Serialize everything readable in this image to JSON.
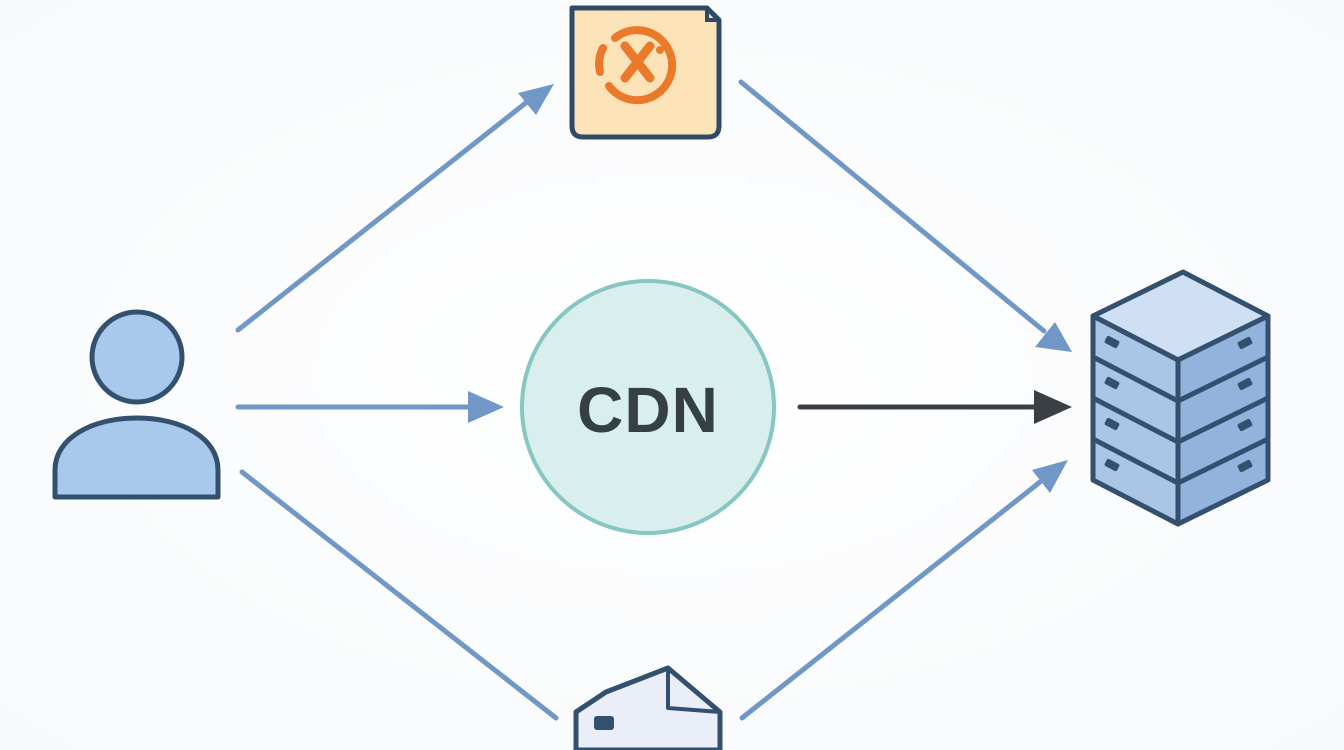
{
  "diagram": {
    "nodes": {
      "cdn": {
        "label": "CDN",
        "icon": "circle-node",
        "fill_color": "#d9efed",
        "stroke_color": "#86c6c3",
        "text_color": "#344046"
      },
      "user": {
        "icon": "user-icon",
        "fill_color": "#a8c8ec",
        "stroke_color": "#33506f"
      },
      "server": {
        "icon": "server-rack-icon",
        "fill_color": "#aac5e6",
        "stroke_color": "#33506f"
      },
      "top_document": {
        "icon": "document-x-icon",
        "fill_color": "#fbe2b7",
        "stroke_color": "#2f4a66",
        "accent_color": "#ea7a2a"
      },
      "bottom_document": {
        "icon": "envelope-card-icon",
        "fill_color": "#eaeef8",
        "stroke_color": "#33506f"
      }
    },
    "edges": [
      {
        "from": "user",
        "to": "top_document",
        "color": "#7097c6"
      },
      {
        "from": "user",
        "to": "cdn",
        "color": "#7097c6"
      },
      {
        "from": "user",
        "to": "bottom_document",
        "color": "#7097c6"
      },
      {
        "from": "top_document",
        "to": "server",
        "color": "#7097c6"
      },
      {
        "from": "cdn",
        "to": "server",
        "color": "#3a3f44"
      },
      {
        "from": "bottom_document",
        "to": "server",
        "color": "#7097c6"
      }
    ]
  }
}
